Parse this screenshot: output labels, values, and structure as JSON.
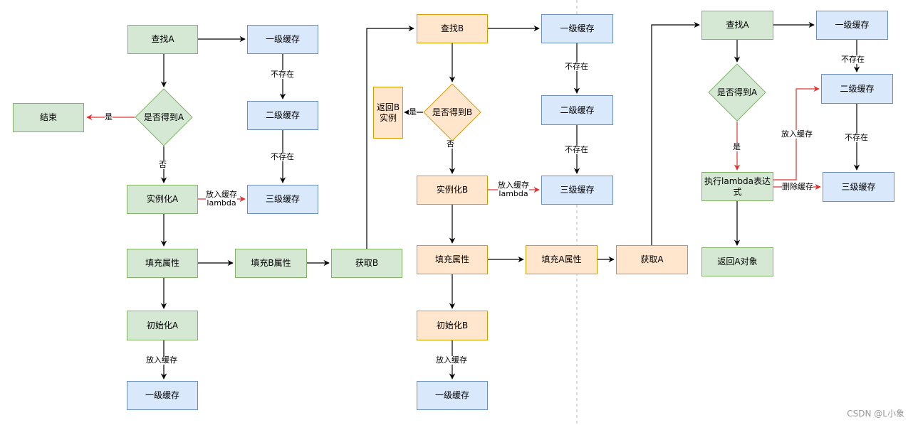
{
  "nodes": {
    "find_a": "查找A",
    "l1_cache_1": "一级缓存",
    "l2_cache_1": "二级缓存",
    "l3_cache_1": "三级缓存",
    "got_a": "是否得到A",
    "end": "结束",
    "instantiate_a": "实例化A",
    "fill_props_1": "填充属性",
    "fill_b_props": "填充B属性",
    "get_b": "获取B",
    "init_a": "初始化A",
    "l1_cache_bottom_1": "一级缓存",
    "find_b": "查找B",
    "return_b_instance": "返回B实例",
    "got_b": "是否得到B",
    "l1_cache_2": "一级缓存",
    "l2_cache_2": "二级缓存",
    "l3_cache_2": "三级缓存",
    "instantiate_b": "实例化B",
    "fill_props_2": "填充属性",
    "fill_a_props": "填充A属性",
    "get_a": "获取A",
    "init_b": "初始化B",
    "l1_cache_bottom_2": "一级缓存",
    "find_a_2": "查找A",
    "l1_cache_3": "一级缓存",
    "got_a_2": "是否得到A",
    "l2_cache_3": "二级缓存",
    "exec_lambda": "执行lambda表达式",
    "l3_cache_3": "三级缓存",
    "return_a_object": "返回A对象"
  },
  "edge_labels": {
    "not_exist_1a": "不存在",
    "not_exist_1b": "不存在",
    "yes_1": "是",
    "no_1": "否",
    "put_cache_lambda_1": "放入缓存\nlambda",
    "put_cache_1": "放入缓存",
    "yes_2": "是",
    "no_2": "否",
    "not_exist_2a": "不存在",
    "not_exist_2b": "不存在",
    "put_cache_lambda_2": "放入缓存\nlambda",
    "put_cache_2": "放入缓存",
    "not_exist_3a": "不存在",
    "not_exist_3b": "不存在",
    "yes_3": "是",
    "put_cache_3": "放入缓存",
    "delete_cache": "删除缓存"
  },
  "watermark": "CSDN @L小象",
  "colors": {
    "green_fill": "#d5e8d4",
    "green_stroke": "#82b366",
    "blue_fill": "#dae8fc",
    "blue_stroke": "#6c8ebf",
    "orange_fill": "#ffe6cc",
    "orange_stroke": "#d79b00",
    "arrow_black": "#000000",
    "arrow_red": "#e03030",
    "divider": "#bbbbbb"
  }
}
